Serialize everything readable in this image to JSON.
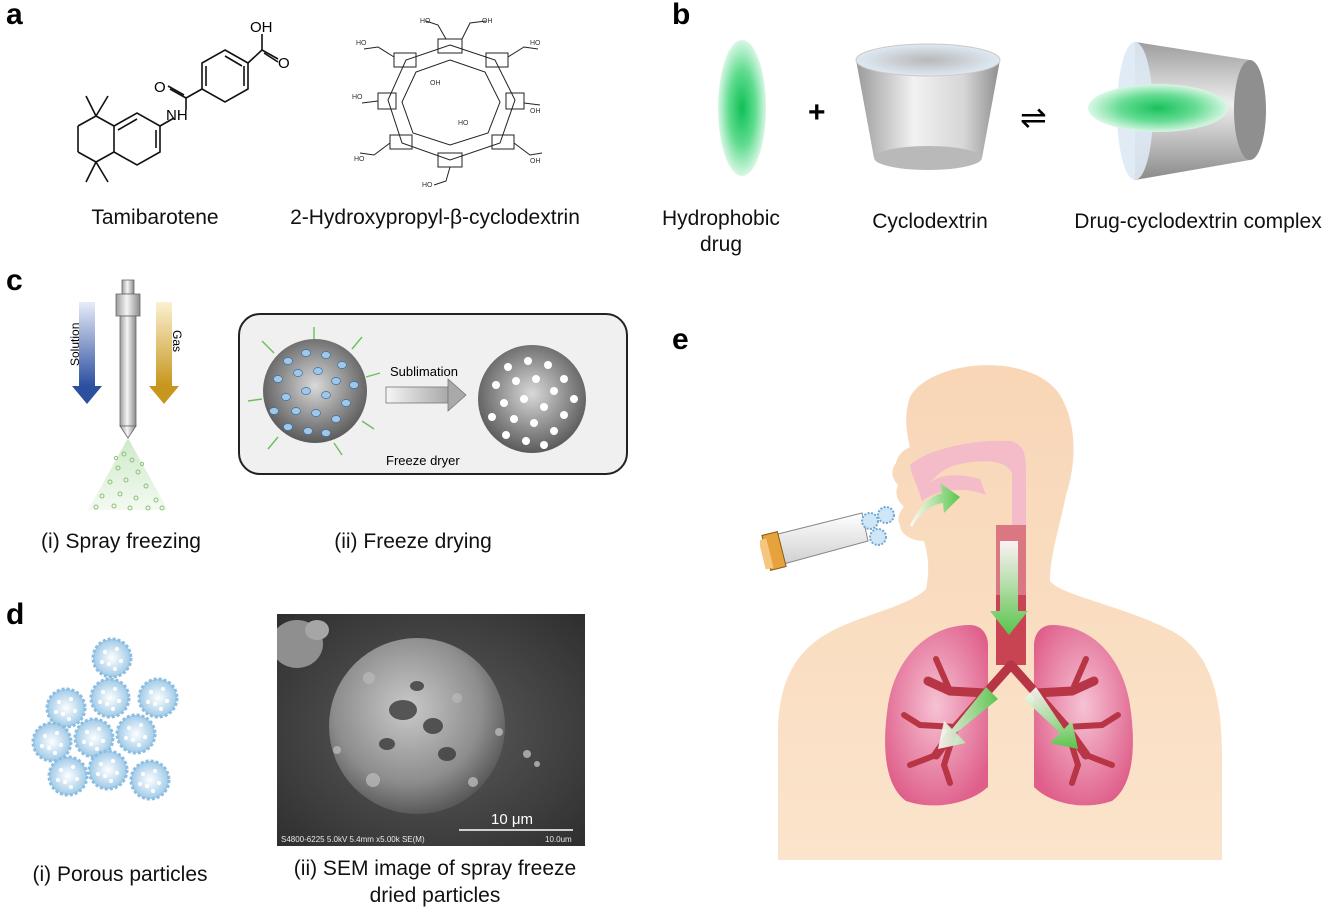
{
  "panels": {
    "a": {
      "letter": "a",
      "drug_label": "Tamibarotene",
      "cd_label": "2-Hydroxypropyl-β-cyclodextrin",
      "atom_oh_top": "OH",
      "atom_o": "O",
      "atom_o2": "O",
      "atom_nh": "NH"
    },
    "b": {
      "letter": "b",
      "plus": "+",
      "equilibrium": "⇌",
      "drug_label_line1": "Hydrophobic",
      "drug_label_line2": "drug",
      "cd_label": "Cyclodextrin",
      "complex_label": "Drug-cyclodextrin complex",
      "drug_color": "#2ecc71"
    },
    "c": {
      "letter": "c",
      "solution_label": "Solution",
      "gas_label": "Gas",
      "sublimation_label": "Sublimation",
      "freeze_dryer_label": "Freeze dryer",
      "caption_i": "(i) Spray freezing",
      "caption_ii": "(ii) Freeze drying"
    },
    "d": {
      "letter": "d",
      "caption_i": "(i) Porous particles",
      "caption_ii_line1": "(ii) SEM image of spray freeze",
      "caption_ii_line2": "dried particles",
      "scale_label": "10 μm",
      "sem_info": "S4800-6225 5.0kV 5.4mm x5.00k SE(M)",
      "sem_scale": "10.0um"
    },
    "e": {
      "letter": "e",
      "skin_color": "#f8dcc0",
      "lung_color": "#e3698f",
      "airway_color": "#c53a48"
    }
  }
}
